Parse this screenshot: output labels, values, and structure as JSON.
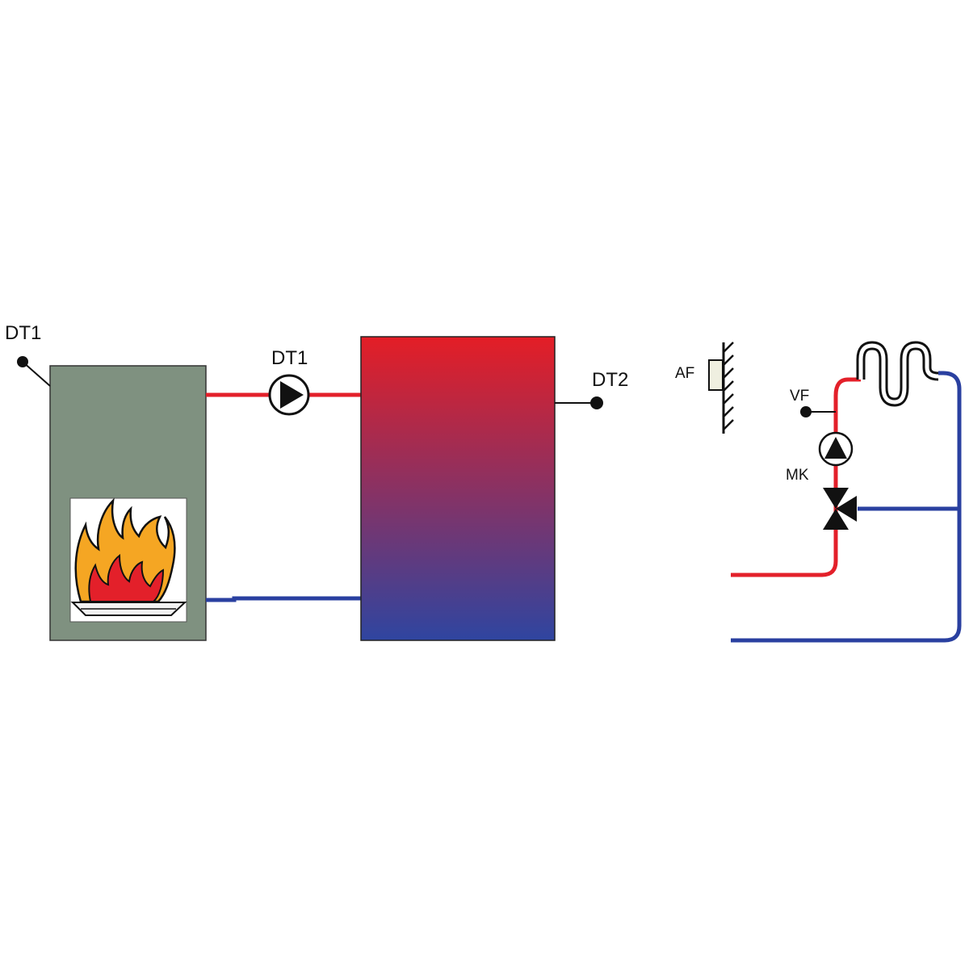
{
  "labels": {
    "boiler_sensor": "DT1",
    "pump_sensor": "DT1",
    "tank_sensor": "DT2",
    "outdoor_sensor": "AF",
    "flow_sensor": "VF",
    "mixer_circuit": "MK"
  },
  "colors": {
    "background": "#ffffff",
    "boiler_body": "#7f9180",
    "supply_pipe": "#e3202a",
    "return_pipe": "#2a40a0",
    "tank_top": "#e41e26",
    "tank_bottom": "#2f45a0",
    "flame_outer": "#f5a623",
    "flame_inner": "#e3202a",
    "outline": "#111111"
  },
  "icons": [
    "solid-fuel-boiler-icon",
    "fire-icon",
    "circulation-pump-icon",
    "buffer-tank-icon",
    "wall-mounted-outdoor-sensor-icon",
    "radiator-coil-icon",
    "three-way-mixing-valve-icon",
    "temperature-sensor-dot-icon"
  ]
}
